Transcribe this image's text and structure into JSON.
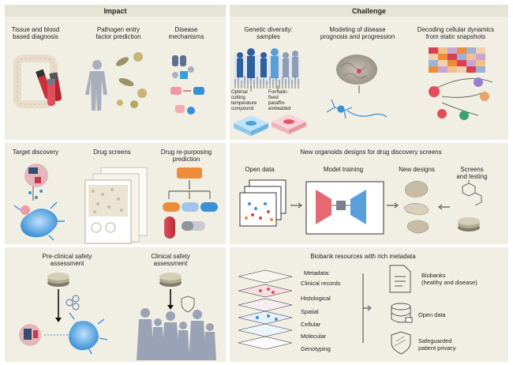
{
  "headers": {
    "impact": "Impact",
    "challenge": "Challenge"
  },
  "impact": {
    "row1": {
      "tissue_blood": "Tissue and blood\nbased diagnosis",
      "pathogen": "Pathogen entry\nfactor prediction",
      "disease": "Disease\nmechanisms"
    },
    "row2": {
      "target": "Target discovery",
      "screens": "Drug screens",
      "repurposing": "Drug re-purposing\nprediction"
    },
    "row3": {
      "preclinical": "Pre-clinical safety\nassessment",
      "clinical": "Clinical safety\nassessment"
    }
  },
  "challenge": {
    "row1": {
      "genetic": "Genetic diversity:\nsamples",
      "modeling": "Modeling of disease\nprognosis and progression",
      "decoding": "Decoding cellular dynamics\nfrom static snapshots",
      "octcompound": "Optimal\ncutting\ntemperature\ncompound",
      "ffpe": "Formalin-\nfixed\nparaffin-\nembedded"
    },
    "row2": {
      "title": "New organoids designs for drug discovery screens",
      "open_data": "Open data",
      "model_training": "Model training",
      "new_designs": "New designs",
      "screens_testing": "Screens\nand testing"
    },
    "row3": {
      "title": "Biobank resources with rich metadata",
      "metadata_header": "Metadata:",
      "metadata": [
        "Clinical records",
        "Histological",
        "Spatial",
        "Cellular",
        "Molecular",
        "Genotyping"
      ],
      "biobanks": "Biobanks\n(healthy and disease)",
      "open_data": "Open data",
      "privacy": "Safeguarded\npatient privacy"
    }
  },
  "colors": {
    "panel": "#f1eee4",
    "header": "#e7e3d5",
    "blue": "#3a8fd6",
    "red": "#d8424e",
    "orange": "#ef8c3a",
    "gray_person": "#9aa3b5"
  }
}
